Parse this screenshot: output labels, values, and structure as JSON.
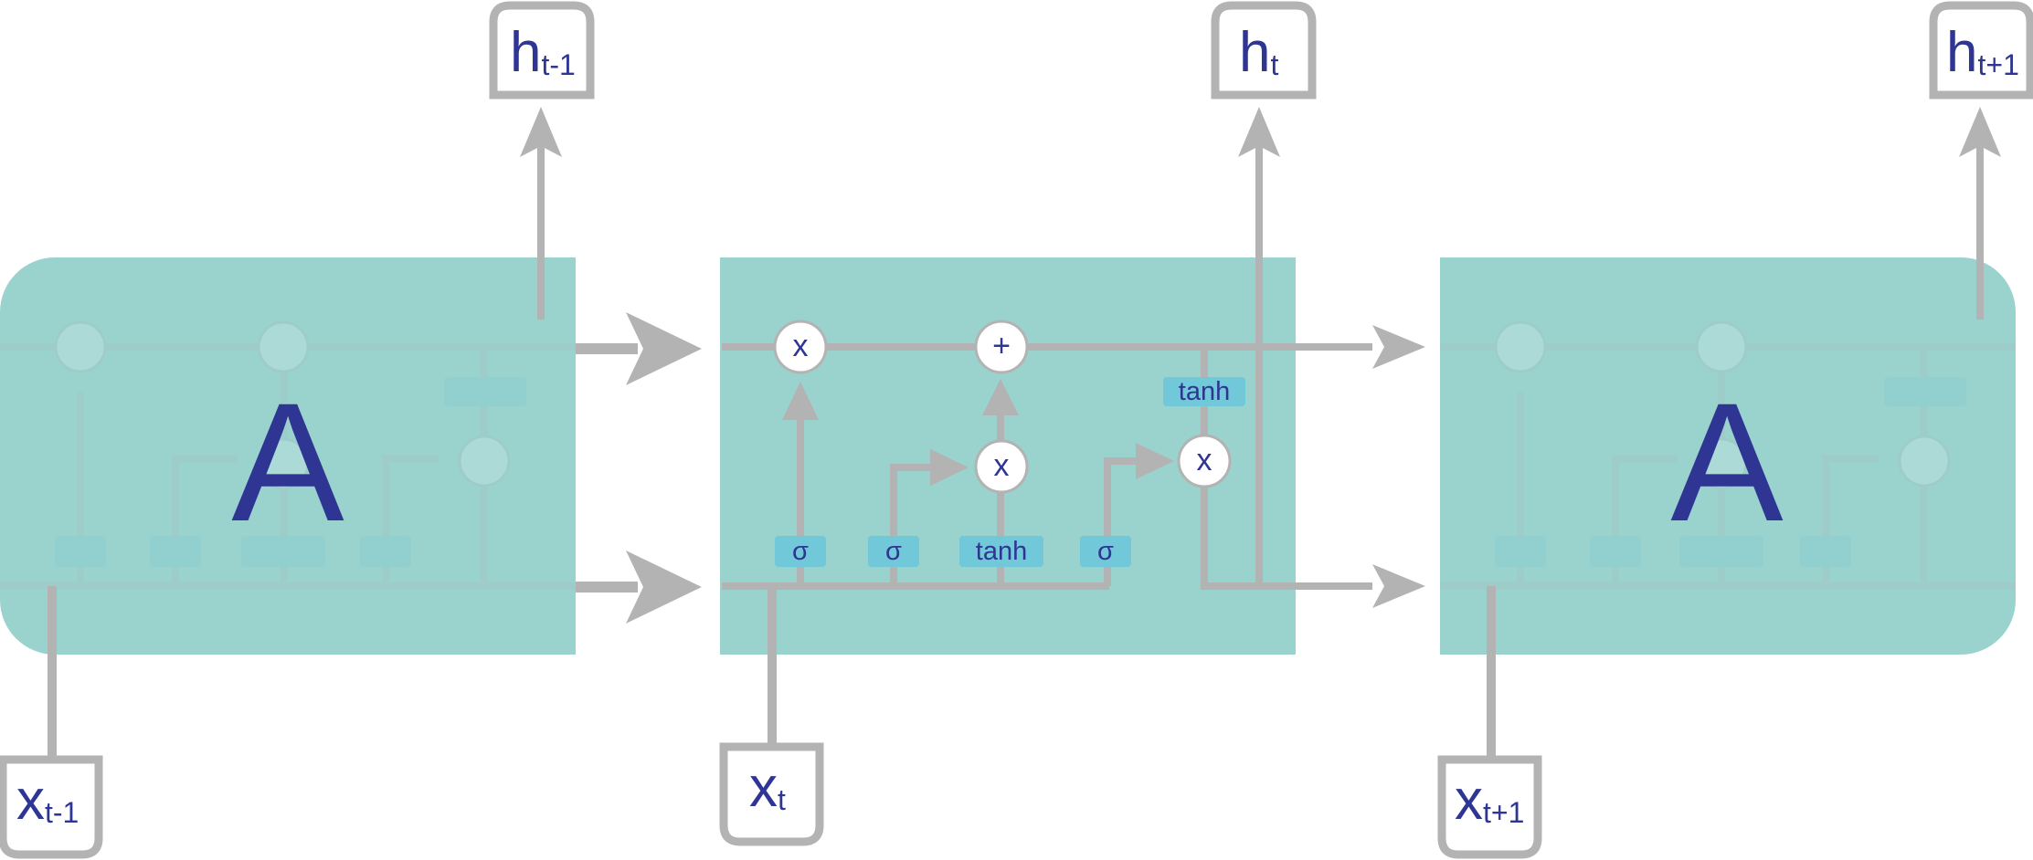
{
  "diagram": {
    "cell_label": "A",
    "center_cell": {
      "gates": [
        "σ",
        "σ",
        "tanh",
        "σ"
      ],
      "ops": {
        "forget": "x",
        "add": "+",
        "input": "x",
        "output": "x"
      },
      "output_tanh": "tanh"
    },
    "outputs": [
      {
        "main": "h",
        "sub": "t-1"
      },
      {
        "main": "h",
        "sub": "t"
      },
      {
        "main": "h",
        "sub": "t+1"
      }
    ],
    "inputs": [
      {
        "main": "x",
        "sub": "t-1"
      },
      {
        "main": "x",
        "sub": "t"
      },
      {
        "main": "x",
        "sub": "t+1"
      }
    ],
    "colors": {
      "cell": "#9ad2cd",
      "gate": "#70c8d8",
      "text": "#2e3592",
      "line": "#b3b3b3"
    }
  }
}
